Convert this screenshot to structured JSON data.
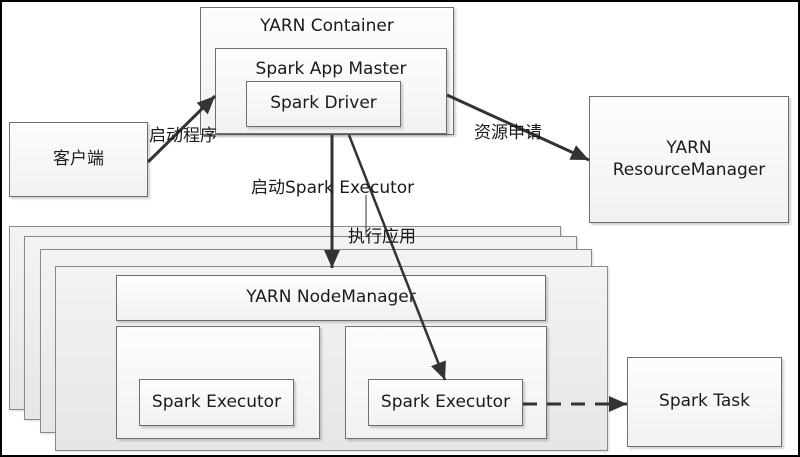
{
  "diagram": {
    "nodes": {
      "client": "客户端",
      "yarn_container": "YARN Container",
      "app_master": "Spark App Master",
      "driver": "Spark Driver",
      "resource_manager": "YARN\nResourceManager",
      "resource_manager_line1": "YARN",
      "resource_manager_line2": "ResourceManager",
      "node_manager": "YARN NodeManager",
      "executor_left": "Spark Executor",
      "executor_right": "Spark Executor",
      "spark_task": "Spark Task"
    },
    "edges": [
      {
        "from": "client",
        "to": "app_master",
        "label": "启动程序",
        "style": "solid"
      },
      {
        "from": "app_master",
        "to": "resource_manager",
        "label": "资源申请",
        "style": "solid"
      },
      {
        "from": "app_master",
        "to": "node_manager",
        "label": "启动Spark Executor",
        "style": "solid"
      },
      {
        "from": "driver",
        "to": "executor_right",
        "label": "执行应用",
        "style": "solid"
      },
      {
        "from": "executor_right",
        "to": "spark_task",
        "label": "",
        "style": "dashed"
      }
    ],
    "edge_labels": {
      "launch_program": "启动程序",
      "resource_request": "资源申请",
      "launch_executor": "启动Spark Executor",
      "run_application": "执行应用"
    },
    "colors": {
      "border": "#6e6e6e",
      "arrow": "#333333",
      "stack_fill": "#e9e9e9"
    }
  }
}
